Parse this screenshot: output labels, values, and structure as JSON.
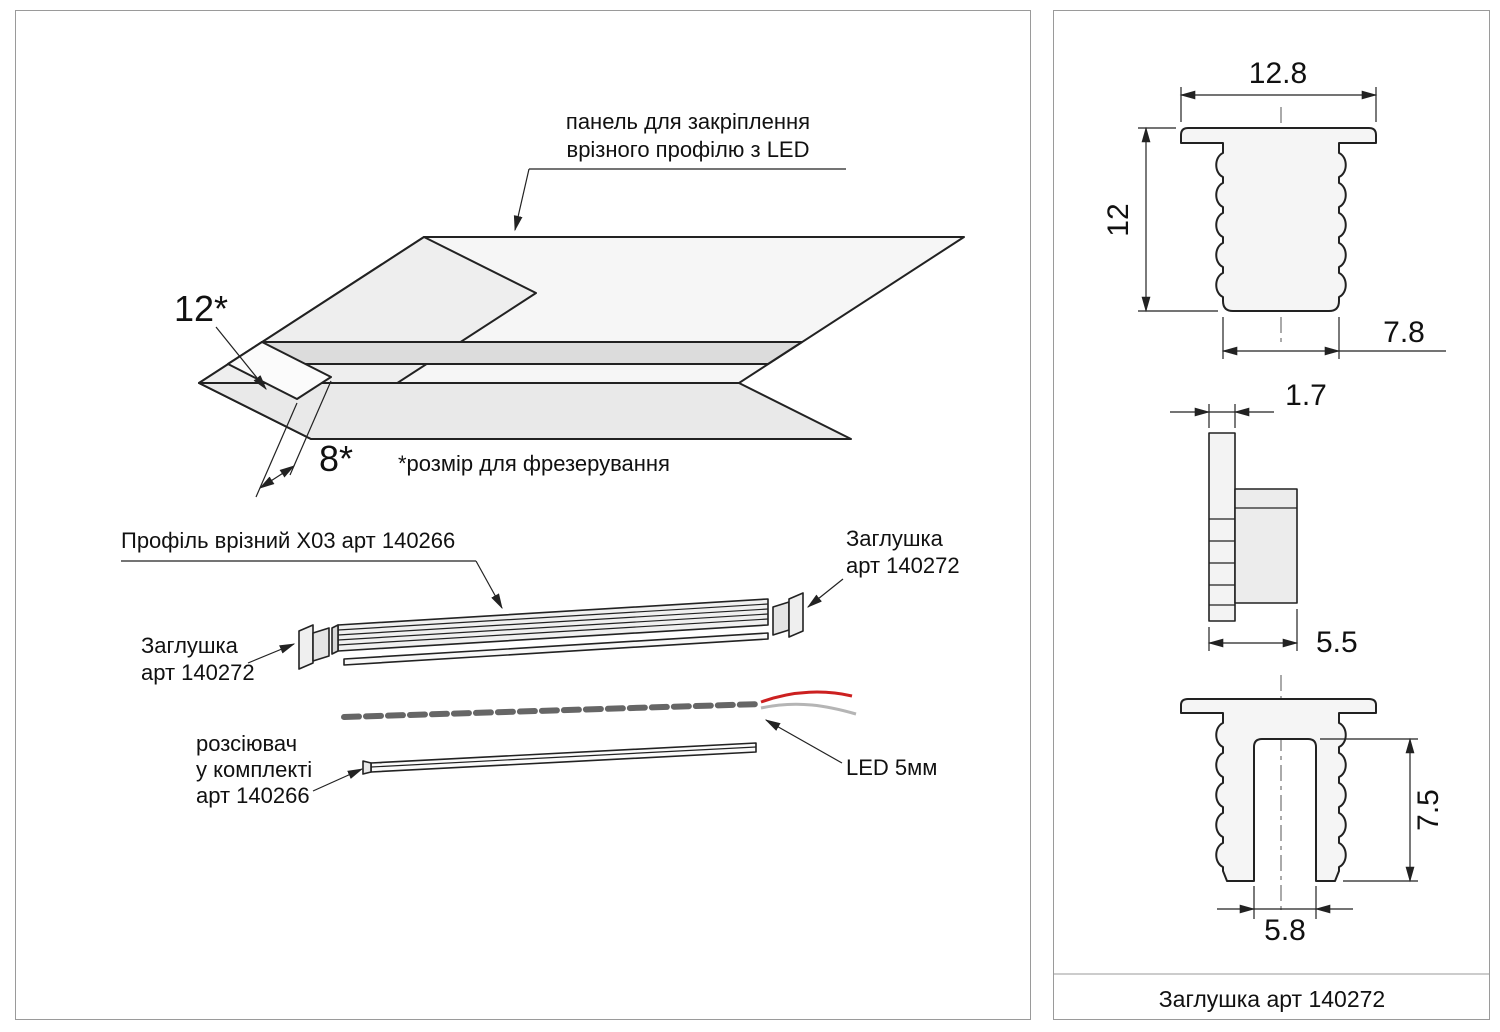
{
  "assembly": {
    "panel_label": [
      "панель для закріплення",
      "врізного профілю з LED"
    ],
    "groove_depth_dim": "12*",
    "groove_width_dim": "8*",
    "milling_note": "*розмір для фрезерування",
    "profile_label": "Профіль врізний X03 арт 140266",
    "endcap_label_right": [
      "Заглушка",
      "арт 140272"
    ],
    "endcap_label_left": [
      "Заглушка",
      "арт 140272"
    ],
    "led_label": "LED 5мм",
    "diffuser_label": [
      "розсіювач",
      "у комплекті",
      "арт 140266"
    ]
  },
  "endcap_views": {
    "front": {
      "width": "12.8",
      "height": "12",
      "body_width": "7.8"
    },
    "side": {
      "flange_thickness": "1.7",
      "depth": "5.5"
    },
    "section": {
      "slot_depth": "7.5",
      "slot_width": "5.8"
    },
    "caption": "Заглушка арт 140272"
  },
  "colors": {
    "outline": "#222222",
    "wire_red": "#cc2020",
    "wire_gray": "#b5b5b5",
    "border": "#9a9a9a"
  }
}
